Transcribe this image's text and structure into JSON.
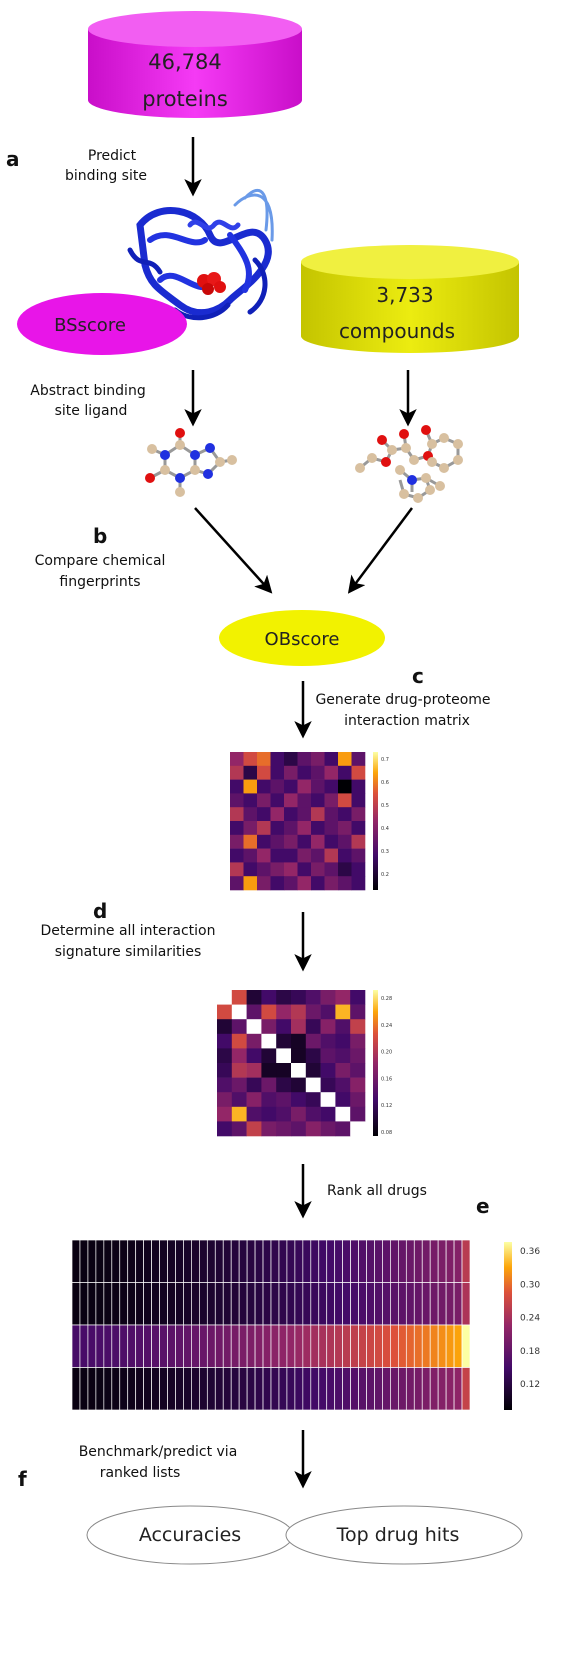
{
  "panel_letters": {
    "a": "a",
    "b": "b",
    "c": "c",
    "d": "d",
    "e": "e",
    "f": "f"
  },
  "proteins_db": {
    "count": "46,784",
    "label": "proteins",
    "color": "#e815e8"
  },
  "compounds_db": {
    "count": "3,733",
    "label": "compounds",
    "color": "#d8d800"
  },
  "steps": {
    "predict": [
      "Predict",
      "binding site"
    ],
    "abstract": [
      "Abstract binding",
      "site ligand"
    ],
    "compare": [
      "Compare chemical",
      "fingerprints"
    ],
    "generate": [
      "Generate drug-proteome",
      "interaction matrix"
    ],
    "determine": [
      "Determine all interaction",
      "signature similarities"
    ],
    "rank": [
      "Rank all drugs"
    ],
    "benchmark": [
      "Benchmark/predict via",
      "ranked lists"
    ]
  },
  "scores": {
    "bsscore": "BSscore",
    "obscore": "OBscore",
    "bs_color": "#e815e8",
    "ob_color": "#f2f200"
  },
  "outputs": {
    "accuracies": "Accuracies",
    "top_hits": "Top drug hits"
  },
  "heatmap1": {
    "colorbar_ticks": [
      "0.7",
      "0.6",
      "0.5",
      "0.4",
      "0.3",
      "0.2"
    ],
    "cells": [
      [
        0.45,
        0.55,
        0.6,
        0.3,
        0.25,
        0.35,
        0.4,
        0.3,
        0.65,
        0.35
      ],
      [
        0.5,
        0.25,
        0.55,
        0.3,
        0.4,
        0.3,
        0.35,
        0.45,
        0.3,
        0.55
      ],
      [
        0.3,
        0.65,
        0.3,
        0.35,
        0.3,
        0.45,
        0.35,
        0.3,
        0.1,
        0.3
      ],
      [
        0.35,
        0.3,
        0.4,
        0.3,
        0.45,
        0.35,
        0.3,
        0.4,
        0.55,
        0.3
      ],
      [
        0.5,
        0.35,
        0.3,
        0.45,
        0.3,
        0.35,
        0.5,
        0.35,
        0.3,
        0.4
      ],
      [
        0.3,
        0.4,
        0.5,
        0.3,
        0.35,
        0.45,
        0.3,
        0.35,
        0.4,
        0.3
      ],
      [
        0.4,
        0.6,
        0.3,
        0.35,
        0.4,
        0.3,
        0.45,
        0.3,
        0.35,
        0.5
      ],
      [
        0.3,
        0.35,
        0.45,
        0.3,
        0.3,
        0.4,
        0.35,
        0.5,
        0.3,
        0.35
      ],
      [
        0.5,
        0.3,
        0.35,
        0.4,
        0.45,
        0.3,
        0.4,
        0.35,
        0.25,
        0.3
      ],
      [
        0.35,
        0.65,
        0.4,
        0.3,
        0.35,
        0.45,
        0.3,
        0.4,
        0.35,
        0.3
      ]
    ]
  },
  "heatmap2": {
    "colorbar_ticks": [
      "0.28",
      "0.24",
      "0.20",
      "0.16",
      "0.12",
      "0.08"
    ],
    "cells": [
      [
        null,
        0.22,
        0.09,
        0.12,
        0.1,
        0.11,
        0.13,
        0.16,
        0.18,
        0.12
      ],
      [
        0.22,
        null,
        0.14,
        0.22,
        0.18,
        0.2,
        0.15,
        0.13,
        0.27,
        0.14
      ],
      [
        0.09,
        0.14,
        null,
        0.16,
        0.12,
        0.19,
        0.11,
        0.17,
        0.13,
        0.21
      ],
      [
        0.12,
        0.22,
        0.16,
        null,
        0.09,
        0.08,
        0.15,
        0.13,
        0.12,
        0.16
      ],
      [
        0.1,
        0.18,
        0.12,
        0.09,
        null,
        0.08,
        0.1,
        0.14,
        0.13,
        0.15
      ],
      [
        0.11,
        0.2,
        0.19,
        0.08,
        0.08,
        null,
        0.09,
        0.12,
        0.16,
        0.14
      ],
      [
        0.13,
        0.15,
        0.11,
        0.15,
        0.1,
        0.09,
        null,
        0.11,
        0.13,
        0.17
      ],
      [
        0.16,
        0.13,
        0.17,
        0.13,
        0.14,
        0.12,
        0.11,
        null,
        0.12,
        0.15
      ],
      [
        0.18,
        0.27,
        0.13,
        0.12,
        0.13,
        0.16,
        0.13,
        0.12,
        null,
        0.14
      ],
      [
        0.12,
        0.14,
        0.21,
        0.16,
        0.15,
        0.14,
        0.17,
        0.15,
        0.14,
        null
      ]
    ]
  },
  "heatmap3": {
    "colorbar_ticks": [
      "0.36",
      "0.30",
      "0.24",
      "0.18",
      "0.12"
    ],
    "rows": [
      {
        "start": 0.09,
        "end": 0.22
      },
      {
        "start": 0.09,
        "end": 0.21
      },
      {
        "start": 0.16,
        "end": 0.34
      },
      {
        "start": 0.09,
        "end": 0.23
      }
    ],
    "columns": 50
  }
}
